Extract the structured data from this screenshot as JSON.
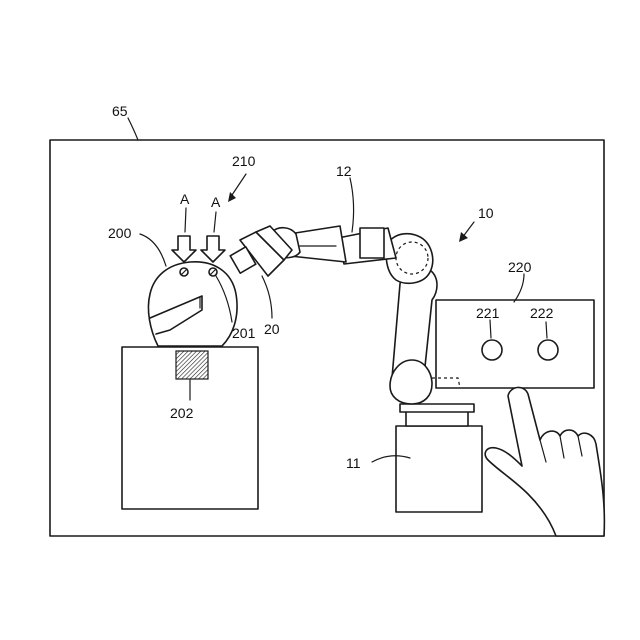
{
  "labels": {
    "enclosure": "65",
    "robot_system": "10",
    "base": "11",
    "arm": "12",
    "end_effector": "20",
    "workpiece": "200",
    "marker": "201",
    "hatched_part": "202",
    "marker_pair": "210",
    "panel": "220",
    "button_left": "221",
    "button_right": "222",
    "arrow_left": "A",
    "arrow_right": "A"
  }
}
